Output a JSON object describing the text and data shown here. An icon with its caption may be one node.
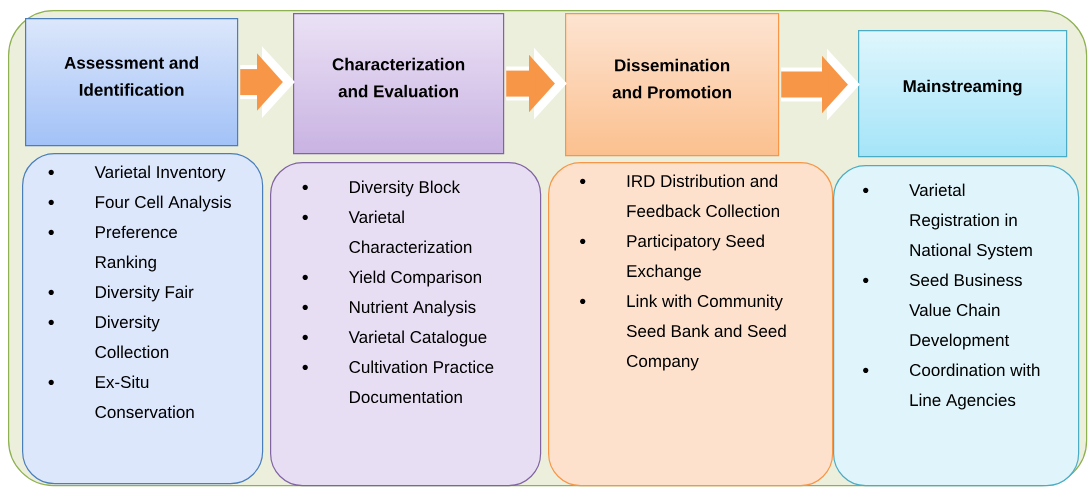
{
  "diagram": {
    "nodes": [
      {
        "text": [],
        "shape": "box"
      },
      {
        "text": [
          "Assessment and Identification"
        ],
        "in": 0
      },
      {
        "text": [
          "Varietal Inventory",
          "Four Cell Analysis",
          "Preference Ranking",
          "Diversity Fair",
          "Diversity Collection",
          "Ex-Situ Conservation"
        ],
        "in": 0
      },
      {
        "text": [
          "Characterization and Evaluation"
        ],
        "in": 0
      },
      {
        "text": [
          "Diversity Block",
          "Varietal Characterization",
          "Yield Comparison",
          "Nutrient Analysis",
          "Varietal Catalogue",
          "Cultivation Practice Documentation"
        ],
        "in": 0
      },
      {
        "text": [
          "Dissemination and Promotion"
        ],
        "in": 0
      },
      {
        "text": [
          "IRD Distribution and Feedback Collection",
          "Participatory Seed Exchange",
          "Link with Community Seed Bank and Seed Company"
        ],
        "in": 0
      },
      {
        "text": [
          "Mainstreaming"
        ],
        "in": 0
      },
      {
        "text": [
          "Varietal Registration in National System",
          "Seed Business Value Chain Development",
          "Coordination with Line Agencies"
        ],
        "in": 0
      }
    ],
    "edges": [
      {
        "from": 1,
        "to": 3,
        "arrow": "to"
      },
      {
        "from": 3,
        "to": 5,
        "arrow": "to"
      },
      {
        "from": 5,
        "to": 7,
        "arrow": "to"
      }
    ]
  }
}
